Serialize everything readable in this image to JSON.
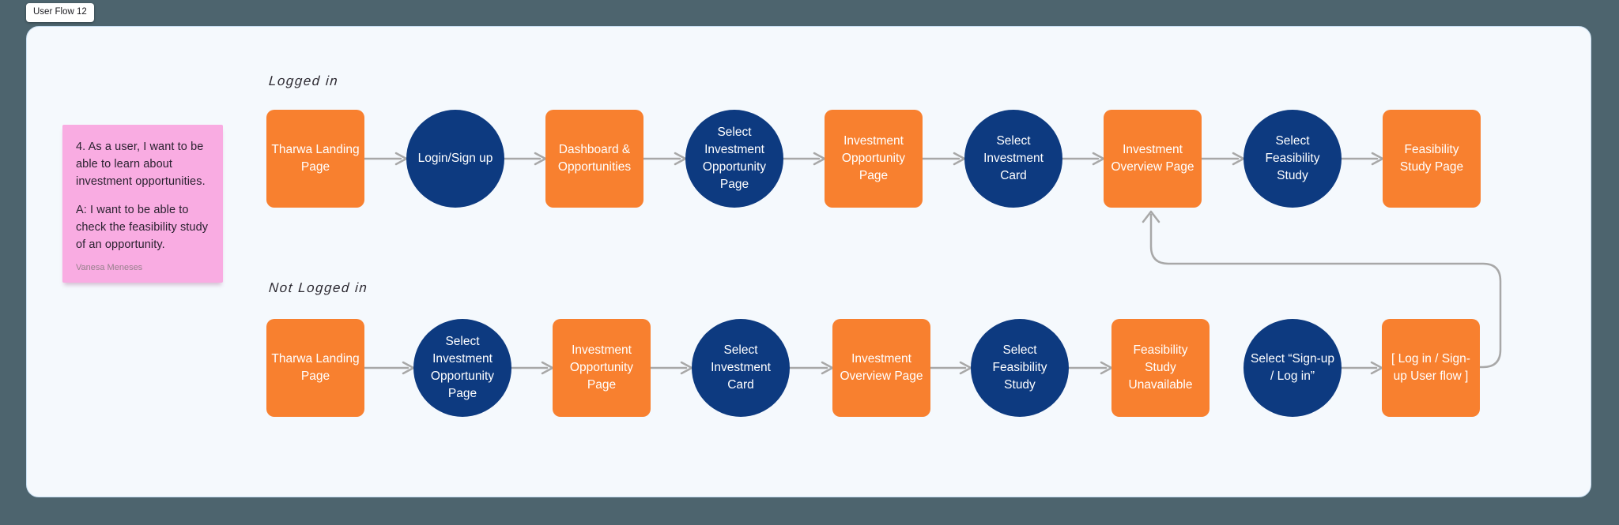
{
  "page": {
    "file_tab": "User Flow 12"
  },
  "colors": {
    "background": "#4D646E",
    "canvas": "#F5F9FD",
    "node_orange": "#F8802F",
    "node_navy": "#0D3A80",
    "sticky_pink": "#F9ACE2",
    "arrow_gray": "#A8A8A8"
  },
  "sticky_note": {
    "paragraph1": "4. As a user, I want to be able to learn about investment opportunities.",
    "paragraph2": "A: I want to be able to check the feasibility study of an opportunity.",
    "author": "Vanesa Meneses"
  },
  "rows": [
    {
      "label": "Logged in",
      "nodes": [
        {
          "shape": "rect",
          "label": "Tharwa Landing Page"
        },
        {
          "shape": "circle",
          "label": "Login/Sign up"
        },
        {
          "shape": "rect",
          "label": "Dashboard & Opportunities"
        },
        {
          "shape": "circle",
          "label": "Select Investment Opportunity Page"
        },
        {
          "shape": "rect",
          "label": "Investment Opportunity Page"
        },
        {
          "shape": "circle",
          "label": "Select Investment Card"
        },
        {
          "shape": "rect",
          "label": "Investment Overview Page"
        },
        {
          "shape": "circle",
          "label": "Select Feasibility Study"
        },
        {
          "shape": "rect",
          "label": "Feasibility Study Page"
        }
      ]
    },
    {
      "label": "Not Logged in",
      "nodes": [
        {
          "shape": "rect",
          "label": "Tharwa Landing Page"
        },
        {
          "shape": "circle",
          "label": "Select Investment Opportunity Page"
        },
        {
          "shape": "rect",
          "label": "Investment Opportunity Page"
        },
        {
          "shape": "circle",
          "label": "Select Investment Card"
        },
        {
          "shape": "rect",
          "label": "Investment Overview Page"
        },
        {
          "shape": "circle",
          "label": "Select Feasibility Study"
        },
        {
          "shape": "rect",
          "label": "Feasibility Study Unavailable"
        },
        {
          "shape": "circle",
          "label": "Select “Sign-up / Log in”"
        },
        {
          "shape": "rect",
          "label": "[ Log in / Sign-up User flow ]"
        }
      ]
    }
  ]
}
